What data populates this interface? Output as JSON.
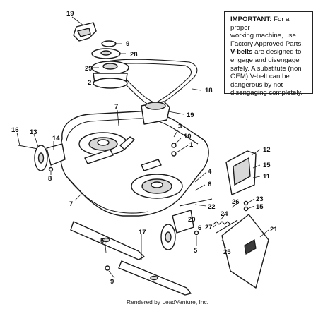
{
  "note": {
    "heading": "IMPORTANT:",
    "line1_rest": " For a proper",
    "line2": "working machine, use",
    "line3": "Factory Approved Parts.",
    "line4_bold": "V-belts",
    "line4_rest": " are designed to",
    "line5": "engage and disengage",
    "line6": "safely. A substitute (non",
    "line7": "OEM) V-belt can be",
    "line8": "dangerous by not",
    "line9": "disengaging completely."
  },
  "footer": "Rendered by LeadVenture, Inc.",
  "callouts": [
    "19",
    "9",
    "28",
    "29",
    "2",
    "18",
    "7",
    "19",
    "3",
    "10",
    "1",
    "16",
    "13",
    "14",
    "8",
    "12",
    "15",
    "11",
    "4",
    "6",
    "22",
    "7",
    "5",
    "23",
    "15",
    "26",
    "20",
    "24",
    "6",
    "27",
    "21",
    "17",
    "5",
    "25",
    "9"
  ]
}
